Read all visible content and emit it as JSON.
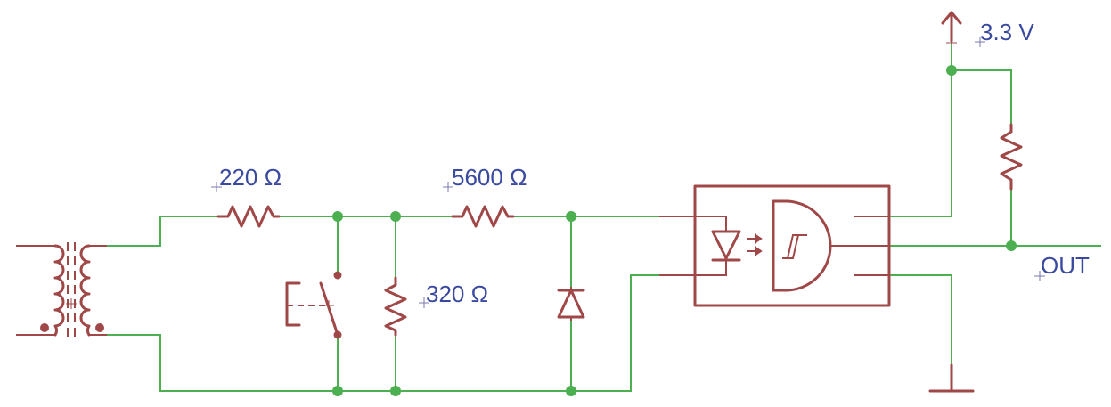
{
  "labels": {
    "r1": "220 Ω",
    "r2": "5600 Ω",
    "r3": "320 Ω",
    "vcc": "3.3 V",
    "out": "OUT"
  },
  "colors": {
    "wire": "#4caf50",
    "symbol": "#a04848",
    "label": "#3a4aa0"
  }
}
